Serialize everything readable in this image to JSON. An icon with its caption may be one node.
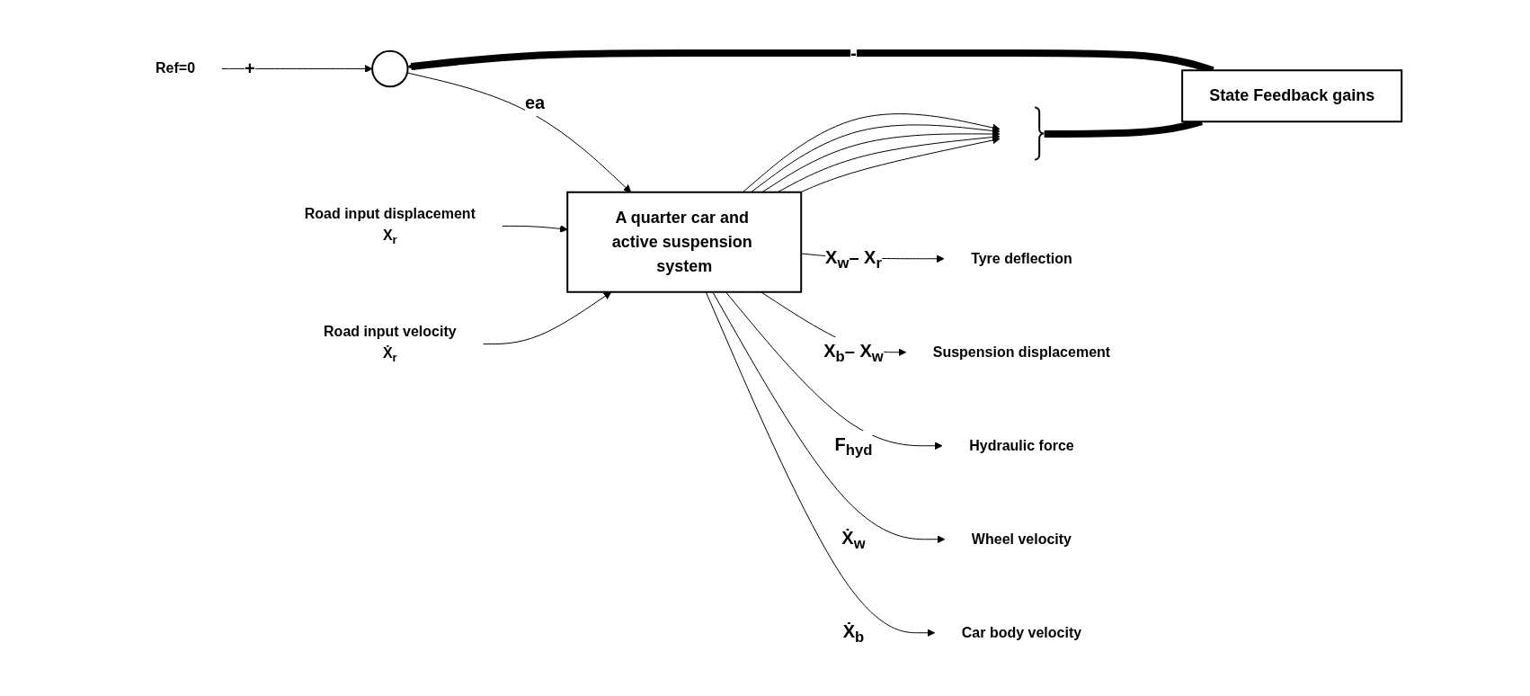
{
  "diagram": {
    "nodes": [
      {
        "text": [
          "Ref=0"
        ]
      },
      {
        "text": [],
        "shape": "circle"
      },
      {
        "text": [
          "A quarter car and active suspension system"
        ]
      },
      {
        "text": [
          "Road input displacement"
        ],
        "beside": [
          "X$_{r}$"
        ]
      },
      {
        "text": [
          "Road input velocity"
        ],
        "beside": [
          "Ẋ$_{r}$"
        ]
      },
      {
        "text": [
          "Car body velocity"
        ]
      },
      {
        "text": [
          "Wheel velocity"
        ]
      },
      {
        "text": [
          "Hydraulic force"
        ]
      },
      {
        "text": [
          "Suspension displacement"
        ]
      },
      {
        "text": [
          "Tyre deflection"
        ]
      },
      {
        "text": [],
        "shape": "bracket"
      },
      {
        "text": [
          "State Feedback gains"
        ]
      }
    ],
    "edges": [
      {
        "from": 0,
        "to": 1,
        "arrow": "to",
        "label": "+"
      },
      {
        "from": 1,
        "to": 2,
        "arrow": "to",
        "label": "ea"
      },
      {
        "from": 3,
        "to": 2,
        "arrow": "to"
      },
      {
        "from": 4,
        "to": 2,
        "arrow": "to"
      },
      {
        "from": 2,
        "to": 5,
        "arrow": "to",
        "label": "Ẋ$_{b}$"
      },
      {
        "from": 2,
        "to": 6,
        "arrow": "to",
        "label": "Ẋ$_{w}$"
      },
      {
        "from": 2,
        "to": 7,
        "arrow": "to",
        "label": "F$_{hyd}$"
      },
      {
        "from": 2,
        "to": 8,
        "arrow": "to",
        "label": "X$_{b}$– X$_{w}$"
      },
      {
        "from": 2,
        "to": 9,
        "arrow": "to",
        "label": "X$_{w}$– X$_{r}$"
      },
      {
        "from": 2,
        "to": 10,
        "arrow": "to"
      },
      {
        "from": 2,
        "to": 10,
        "arrow": "to"
      },
      {
        "from": 2,
        "to": 10,
        "arrow": "to"
      },
      {
        "from": 2,
        "to": 10,
        "arrow": "to"
      },
      {
        "from": 2,
        "to": 10,
        "arrow": "to"
      },
      {
        "from": 10,
        "to": 11,
        "arrow": "none",
        "style": "thick"
      },
      {
        "from": 11,
        "to": 1,
        "arrow": "to",
        "style": "thick",
        "label": "-"
      }
    ]
  }
}
